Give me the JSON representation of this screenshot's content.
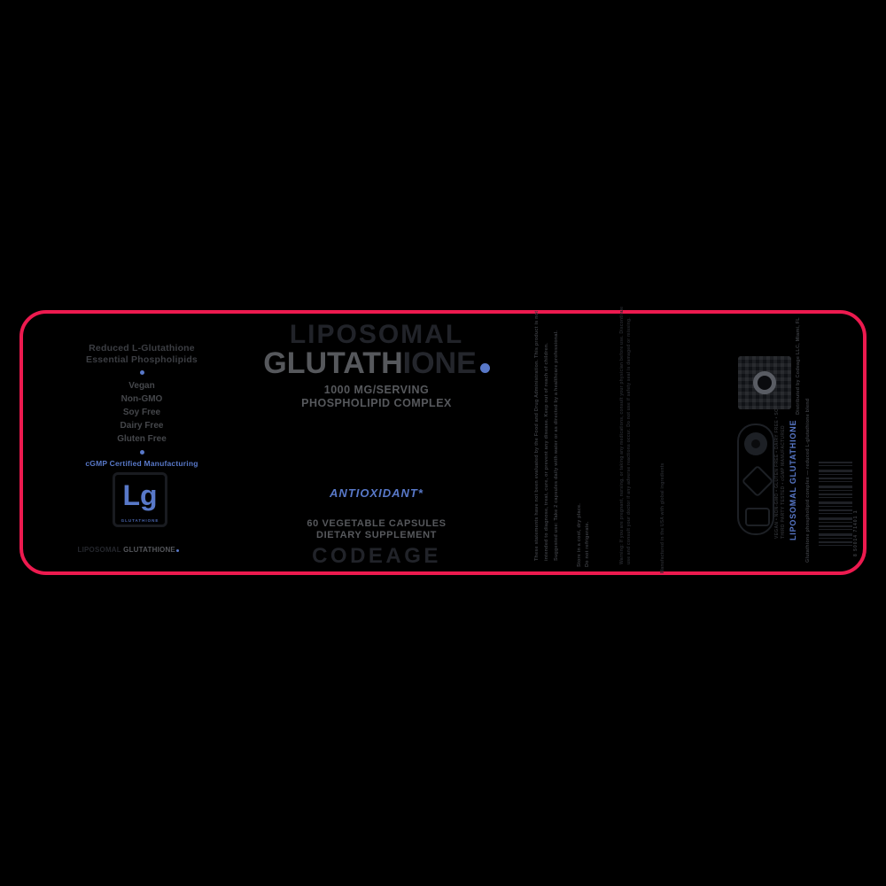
{
  "colors": {
    "background": "#000000",
    "diecut_border": "#ED1A4F",
    "accent_blue": "#5878C8",
    "text_gray": "#56585c",
    "text_dark": "#212329"
  },
  "left_panel": {
    "heading_line1": "Reduced L-Glutathione",
    "heading_line2": "Essential Phospholipids",
    "features": [
      "Vegan",
      "Non-GMO",
      "Soy Free",
      "Dairy Free",
      "Gluten Free"
    ],
    "cgmp": "cGMP Certified Manufacturing",
    "element_symbol": "Lg",
    "element_caption": "GLUTATHIONE",
    "tagline_dark": "LIPOSOMAL",
    "tagline_gray": "GLUTATHIONE"
  },
  "center_panel": {
    "title_line1": "LIPOSOMAL",
    "title_line2_gray": "GLUTATH",
    "title_line2_dark": "IONE",
    "subtitle_line1": "1000 MG/SERVING",
    "subtitle_line2": "PHOSPHOLIPID COMPLEX",
    "claim": "ANTIOXIDANT*",
    "capsules_line": "60 VEGETABLE CAPSULES",
    "supplement_line": "DIETARY SUPPLEMENT",
    "brand": "CODEAGE"
  },
  "right_panel": {
    "fine_print_1": "These statements have not been evaluated by the Food and Drug Administration. This product is not",
    "fine_print_2": "intended to diagnose, treat, cure, or prevent any disease. Keep out of reach of children.",
    "fine_print_3": "Suggested use: Take 2 capsules daily with water or as directed by a healthcare professional.",
    "fine_print_4": "Store in a cool, dry place.",
    "fine_print_5": "Do not refrigerate.",
    "fine_print_6": "Warning: If you are pregnant, nursing, or taking any medications, consult your physician before use. Discontinue",
    "fine_print_7": "use and consult your doctor if any adverse reactions occur. Do not use if safety seal is damaged or missing.",
    "fine_print_8": "Manufactured in the USA with global ingredients",
    "fine_print_9": "Distributed by Codeage LLC, Miami, FL",
    "fine_print_10": "Glutathione phospholipid complex — reduced L-glutathione blend",
    "badge_caption_1": "VEGAN • NON-GMO • GLUTEN FREE • DAIRY FREE • SOY FREE",
    "badge_caption_2": "THIRD PARTY TESTED • cGMP MANUFACTURED",
    "vertical_product_name": "LIPOSOMAL GLUTATHIONE",
    "barcode_digits": "8 50014 71401 1"
  }
}
